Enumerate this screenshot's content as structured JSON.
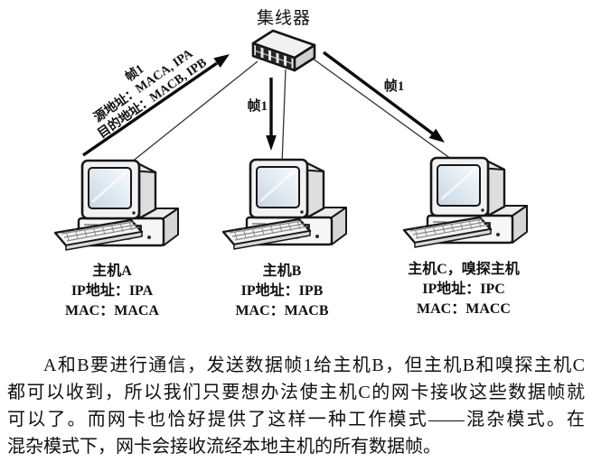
{
  "colors": {
    "background": "#ffffff",
    "ink": "#111111",
    "device_light": "#f2f2f2",
    "device_shade": "#d6d6d6",
    "screen_fill": "#dbe5ee"
  },
  "diagram": {
    "hub": {
      "label": "集线器"
    },
    "frame_annotation_rotated": {
      "line1": "帧1",
      "line2": "源地址：MACA, IPA",
      "line3": "目的地址：MACB, IPB"
    },
    "arrows": {
      "a_to_hub_label_group": "帧1 源地址：MACA, IPA 目的地址：MACB, IPB",
      "hub_to_b_label": "帧1",
      "hub_to_c_label": "帧1"
    },
    "hosts": [
      {
        "name": "主机A",
        "ip": "IP地址：IPA",
        "mac": "MAC：MACA"
      },
      {
        "name": "主机B",
        "ip": "IP地址：IPB",
        "mac": "MAC：MACB"
      },
      {
        "name": "主机C，嗅探主机",
        "ip": "IP地址：IPC",
        "mac": "MAC：MACC"
      }
    ]
  },
  "paragraph": {
    "lines": [
      "A和B要进行通信，发送数据帧1给主机B，但主机B和嗅探主机C",
      "都可以收到，所以我们只要想办法使主机C的网卡接收这些数据帧就",
      "可以了。而网卡也恰好提供了这样一种工作模式——混杂模式。在",
      "混杂模式下，网卡会接收流经本地主机的所有数据帧。"
    ]
  }
}
